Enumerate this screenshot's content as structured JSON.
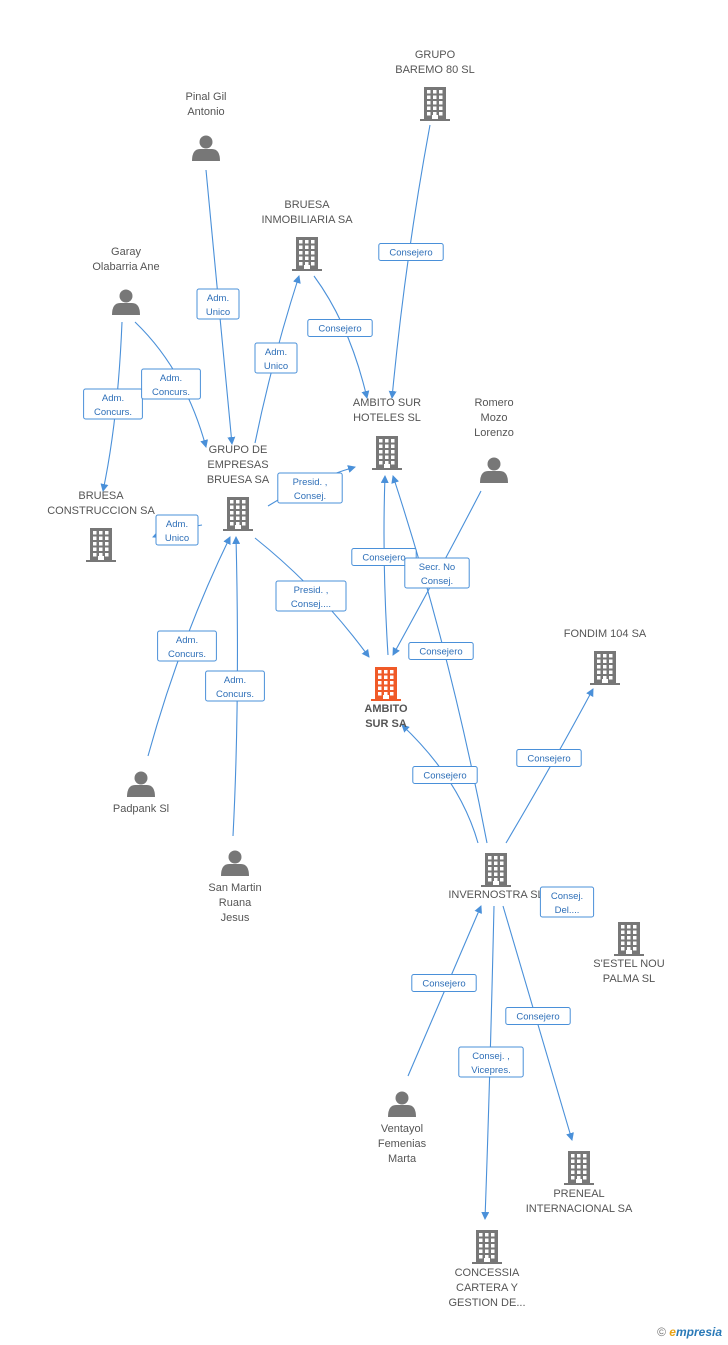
{
  "colors": {
    "edge": "#4a90d9",
    "company": "#777777",
    "main_company": "#f05a28",
    "person": "#777777"
  },
  "nodes": [
    {
      "id": "grupo_baremo",
      "type": "company",
      "label": [
        "GRUPO",
        "BAREMO 80 SL"
      ]
    },
    {
      "id": "pinal_gil",
      "type": "person",
      "label": [
        "Pinal Gil",
        "Antonio"
      ]
    },
    {
      "id": "bruesa_inmo",
      "type": "company",
      "label": [
        "BRUESA",
        "INMOBILIARIA SA"
      ]
    },
    {
      "id": "garay",
      "type": "person",
      "label": [
        "Garay",
        "Olabarria Ane"
      ]
    },
    {
      "id": "ambito_hoteles",
      "type": "company",
      "label": [
        "AMBITO SUR",
        "HOTELES SL"
      ]
    },
    {
      "id": "romero",
      "type": "person",
      "label": [
        "Romero",
        "Mozo",
        "Lorenzo"
      ]
    },
    {
      "id": "grupo_bruesa",
      "type": "company",
      "label": [
        "GRUPO DE",
        "EMPRESAS",
        "BRUESA SA"
      ]
    },
    {
      "id": "bruesa_constr",
      "type": "company",
      "label": [
        "BRUESA",
        "CONSTRUCCION SA"
      ]
    },
    {
      "id": "fondim",
      "type": "company",
      "label": [
        "FONDIM 104 SA"
      ]
    },
    {
      "id": "ambito_sur",
      "type": "main",
      "label": [
        "AMBITO",
        "SUR SA"
      ]
    },
    {
      "id": "padpank",
      "type": "person",
      "label": [
        "Padpank Sl"
      ]
    },
    {
      "id": "san_martin",
      "type": "person",
      "label": [
        "San Martin",
        "Ruana",
        "Jesus"
      ]
    },
    {
      "id": "invernostra",
      "type": "company",
      "label": [
        "INVERNOSTRA SL"
      ]
    },
    {
      "id": "sestel",
      "type": "company",
      "label": [
        "S'ESTEL NOU",
        "PALMA SL"
      ]
    },
    {
      "id": "ventayol",
      "type": "person",
      "label": [
        "Ventayol",
        "Femenias",
        "Marta"
      ]
    },
    {
      "id": "preneal",
      "type": "company",
      "label": [
        "PRENEAL",
        "INTERNACIONAL SA"
      ]
    },
    {
      "id": "concessia",
      "type": "company",
      "label": [
        "CONCESSIA",
        "CARTERA Y",
        "GESTION DE..."
      ]
    }
  ],
  "edges": [
    {
      "from": "grupo_baremo",
      "to": "ambito_hoteles",
      "label": [
        "Consejero"
      ]
    },
    {
      "from": "pinal_gil",
      "to": "grupo_bruesa",
      "label": [
        "Adm.",
        "Unico"
      ]
    },
    {
      "from": "grupo_bruesa",
      "to": "bruesa_inmo",
      "label": [
        "Adm.",
        "Unico"
      ]
    },
    {
      "from": "bruesa_inmo",
      "to": "ambito_hoteles",
      "label": [
        "Consejero"
      ]
    },
    {
      "from": "garay",
      "to": "bruesa_constr",
      "label": [
        "Adm.",
        "Concurs."
      ]
    },
    {
      "from": "garay",
      "to": "grupo_bruesa",
      "label": [
        "Adm.",
        "Concurs."
      ]
    },
    {
      "from": "grupo_bruesa",
      "to": "ambito_hoteles",
      "label": [
        "Presid. ,",
        "Consej."
      ]
    },
    {
      "from": "grupo_bruesa",
      "to": "bruesa_constr",
      "label": [
        "Adm.",
        "Unico"
      ]
    },
    {
      "from": "grupo_bruesa",
      "to": "ambito_sur",
      "label": [
        "Presid. ,",
        "Consej...."
      ]
    },
    {
      "from": "ambito_sur",
      "to": "ambito_hoteles",
      "label": [
        "Consejero"
      ]
    },
    {
      "from": "romero",
      "to": "ambito_sur",
      "label": [
        "Secr.  No",
        "Consej."
      ]
    },
    {
      "from": "invernostra",
      "to": "ambito_hoteles",
      "label": [
        "Consejero"
      ]
    },
    {
      "from": "padpank",
      "to": "grupo_bruesa",
      "label": [
        "Adm.",
        "Concurs."
      ]
    },
    {
      "from": "san_martin",
      "to": "grupo_bruesa",
      "label": [
        "Adm.",
        "Concurs."
      ]
    },
    {
      "from": "invernostra",
      "to": "ambito_sur",
      "label": [
        "Consejero"
      ]
    },
    {
      "from": "invernostra",
      "to": "fondim",
      "label": [
        "Consejero"
      ]
    },
    {
      "from": "invernostra",
      "to": "sestel",
      "label": [
        "Consej.",
        "Del...."
      ]
    },
    {
      "from": "ventayol",
      "to": "invernostra",
      "label": [
        "Consejero"
      ]
    },
    {
      "from": "invernostra",
      "to": "preneal",
      "label": [
        "Consejero"
      ]
    },
    {
      "from": "invernostra",
      "to": "concessia",
      "label": [
        "Consej. ,",
        "Vicepres."
      ]
    }
  ],
  "footer": {
    "copyright": "©",
    "brand_e": "e",
    "brand_rest": "mpresia"
  }
}
